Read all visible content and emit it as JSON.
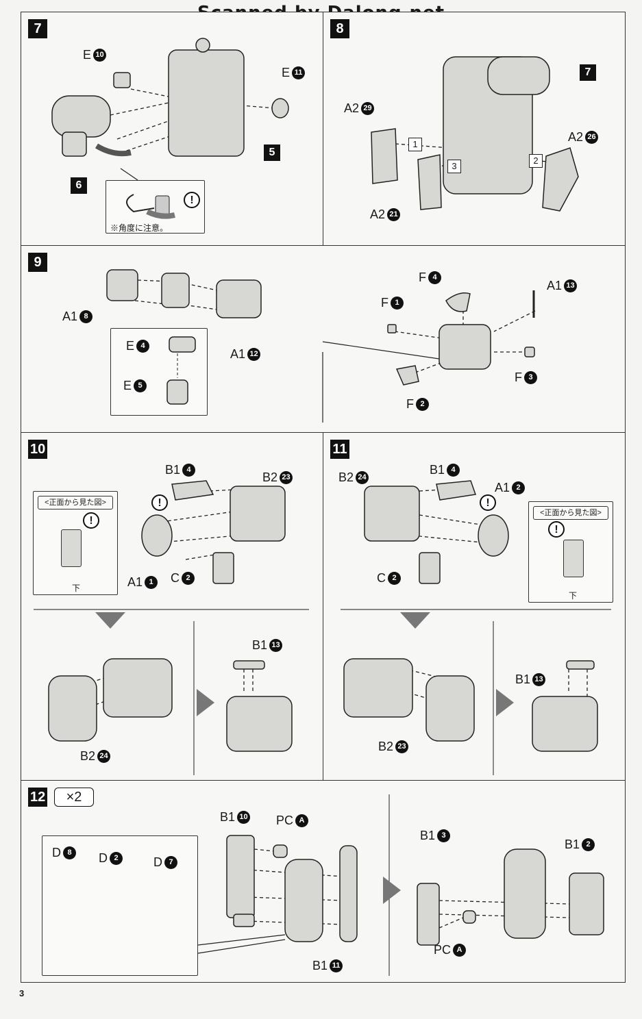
{
  "header": {
    "watermark": "Scanned by Dalong.net"
  },
  "page_number": "3",
  "steps": {
    "s7": {
      "number": "7",
      "note": "※角度に注意。",
      "labels": {
        "e10": {
          "letter": "E",
          "num": "10"
        },
        "e11": {
          "letter": "E",
          "num": "11"
        },
        "sub5": "5",
        "sub6": "6"
      }
    },
    "s8": {
      "number": "8",
      "labels": {
        "a2_29": {
          "letter": "A2",
          "num": "29"
        },
        "a2_26": {
          "letter": "A2",
          "num": "26"
        },
        "a2_21": {
          "letter": "A2",
          "num": "21"
        },
        "sub7": "7",
        "b1": "1",
        "b2": "2",
        "b3": "3"
      }
    },
    "s9": {
      "number": "9",
      "labels": {
        "a1_8": {
          "letter": "A1",
          "num": "8"
        },
        "a1_12": {
          "letter": "A1",
          "num": "12"
        },
        "e4": {
          "letter": "E",
          "num": "4"
        },
        "e5": {
          "letter": "E",
          "num": "5"
        },
        "f4": {
          "letter": "F",
          "num": "4"
        },
        "f1": {
          "letter": "F",
          "num": "1"
        },
        "f3": {
          "letter": "F",
          "num": "3"
        },
        "f2": {
          "letter": "F",
          "num": "2"
        },
        "a1_13": {
          "letter": "A1",
          "num": "13"
        }
      }
    },
    "s10": {
      "number": "10",
      "view_caption": "<正面から見た図>",
      "down_label": "下",
      "labels": {
        "b1_4": {
          "letter": "B1",
          "num": "4"
        },
        "b2_23": {
          "letter": "B2",
          "num": "23"
        },
        "a1_1": {
          "letter": "A1",
          "num": "1"
        },
        "c2": {
          "letter": "C",
          "num": "2"
        },
        "b1_13": {
          "letter": "B1",
          "num": "13"
        },
        "b2_24": {
          "letter": "B2",
          "num": "24"
        }
      }
    },
    "s11": {
      "number": "11",
      "view_caption": "<正面から見た図>",
      "down_label": "下",
      "labels": {
        "b2_24": {
          "letter": "B2",
          "num": "24"
        },
        "b1_4": {
          "letter": "B1",
          "num": "4"
        },
        "a1_2": {
          "letter": "A1",
          "num": "2"
        },
        "c2": {
          "letter": "C",
          "num": "2"
        },
        "b1_13": {
          "letter": "B1",
          "num": "13"
        },
        "b2_23": {
          "letter": "B2",
          "num": "23"
        }
      }
    },
    "s12": {
      "number": "12",
      "multiplier": "×2",
      "labels": {
        "d8": {
          "letter": "D",
          "num": "8"
        },
        "d2": {
          "letter": "D",
          "num": "2"
        },
        "d7": {
          "letter": "D",
          "num": "7"
        },
        "b1_10": {
          "letter": "B1",
          "num": "10"
        },
        "pc_a1": {
          "letter": "PC",
          "num": "A"
        },
        "b1_11": {
          "letter": "B1",
          "num": "11"
        },
        "b1_3": {
          "letter": "B1",
          "num": "3"
        },
        "b1_2": {
          "letter": "B1",
          "num": "2"
        },
        "pc_a2": {
          "letter": "PC",
          "num": "A"
        }
      }
    }
  },
  "warning_glyph": "!"
}
